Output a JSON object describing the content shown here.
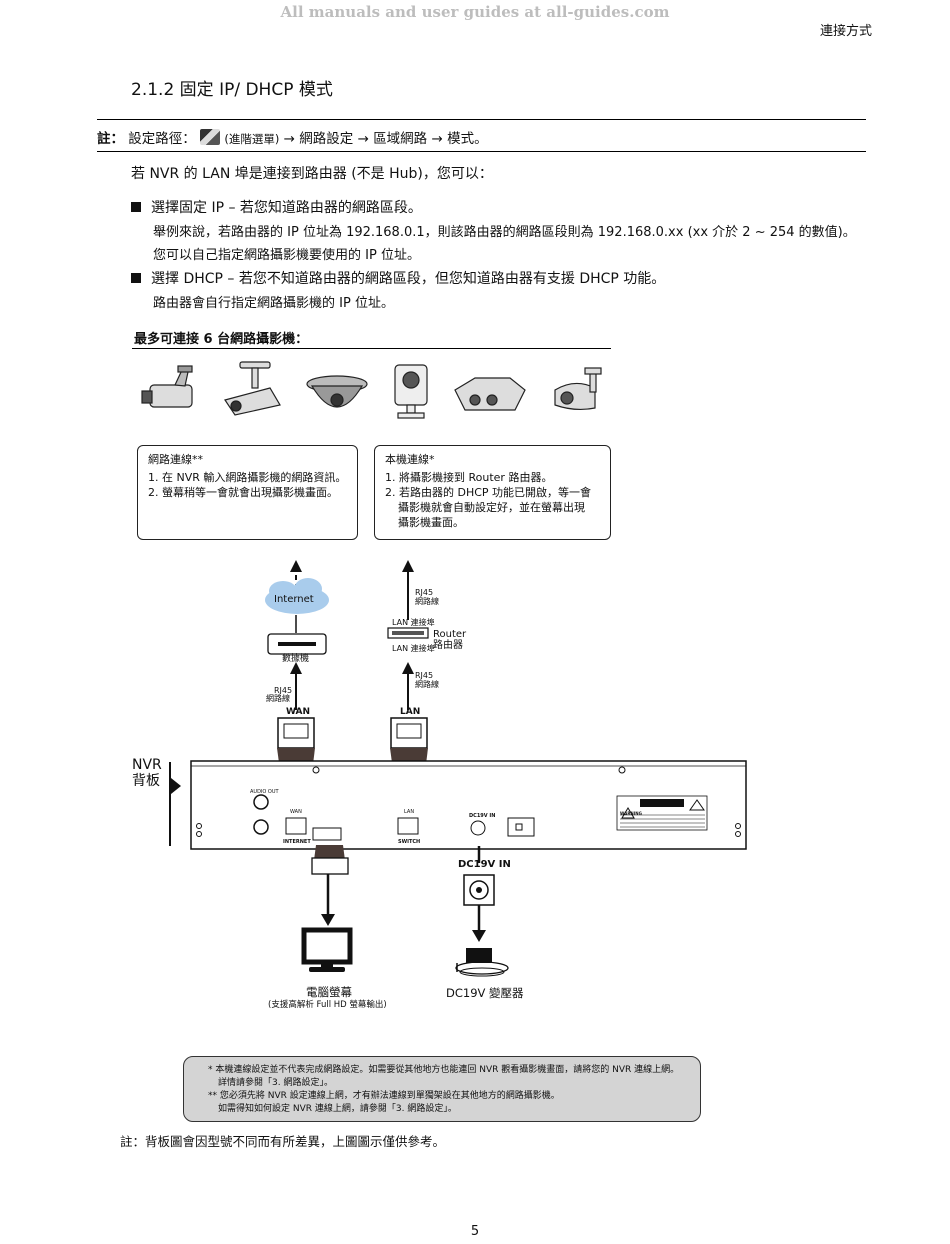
{
  "watermark": "All manuals and user guides at all-guides.com",
  "header": {
    "chapter": "連接方式"
  },
  "section": {
    "title": "2.1.2  固定 IP/ DHCP 模式"
  },
  "note_path": {
    "label": "註：",
    "prefix": "設定路徑：",
    "icon": "advanced-settings-icon",
    "advanced": "(進階選單)",
    "arrow": "→",
    "step1": "網路設定",
    "step2": "區域網路",
    "step3": "模式。"
  },
  "intro": "若 NVR 的 LAN 埠是連接到路由器 (不是 Hub)，您可以：",
  "bullets": [
    {
      "title": "選擇固定 IP – 若您知道路由器的網路區段。",
      "lines": [
        "舉例來說，若路由器的 IP 位址為 192.168.0.1，則該路由器的網路區段則為 192.168.0.xx (xx 介於 2 ~ 254 的數值)。",
        "您可以自己指定網路攝影機要使用的 IP 位址。"
      ]
    },
    {
      "title": "選擇 DHCP – 若您不知道路由器的網路區段，但您知道路由器有支援 DHCP 功能。",
      "lines": [
        "路由器會自行指定網路攝影機的 IP 位址。"
      ]
    }
  ],
  "diagram": {
    "subheading": "最多可連接 6 台網路攝影機：",
    "left_box": {
      "title": "網路連線**",
      "items": [
        "1. 在 NVR 輸入網路攝影機的網路資訊。",
        "2. 螢幕稍等一會就會出現攝影機畫面。"
      ]
    },
    "right_box": {
      "title": "本機連線*",
      "items": [
        "1. 將攝影機接到 Router 路由器。",
        "2. 若路由器的 DHCP 功能已開啟，等一會",
        "攝影機就會自動設定好，並在螢幕出現",
        "攝影機畫面。"
      ]
    },
    "internet": "Internet",
    "modem": "數據機",
    "rj45_a": "RJ45",
    "rj45_b": "網路線",
    "lan_port": "LAN 連接埠",
    "router_en": "Router",
    "router_zh": "路由器",
    "wan": "WAN",
    "lan": "LAN",
    "nvr_label_1": "NVR",
    "nvr_label_2": "背板",
    "audio_out": "AUDIO OUT",
    "panel_wan": "WAN",
    "panel_internet": "INTERNET",
    "panel_lan": "LAN",
    "panel_switch": "SWITCH",
    "panel_dc": "DC19V IN",
    "warning": "WARNING",
    "dc_in": "DC19V IN",
    "monitor_title": "電腦螢幕",
    "monitor_sub": "(支援高解析 Full HD 螢幕輸出)",
    "adapter": "DC19V 變壓器"
  },
  "footnotes": [
    "* 本機連線設定並不代表完成網路設定。如需要從其他地方也能連回 NVR 觀看攝影機畫面，請將您的 NVR 連線上網。",
    "詳情請參閱「3. 網路設定」。",
    "** 您必須先將 NVR 設定連線上網，才有辦法連線到單獨架設在其他地方的網路攝影機。",
    "如需得知如何設定 NVR 連線上網，請參閱「3. 網路設定」。"
  ],
  "bottom_note": "註：背板圖會因型號不同而有所差異，上圖圖示僅供參考。",
  "page_number": "5"
}
